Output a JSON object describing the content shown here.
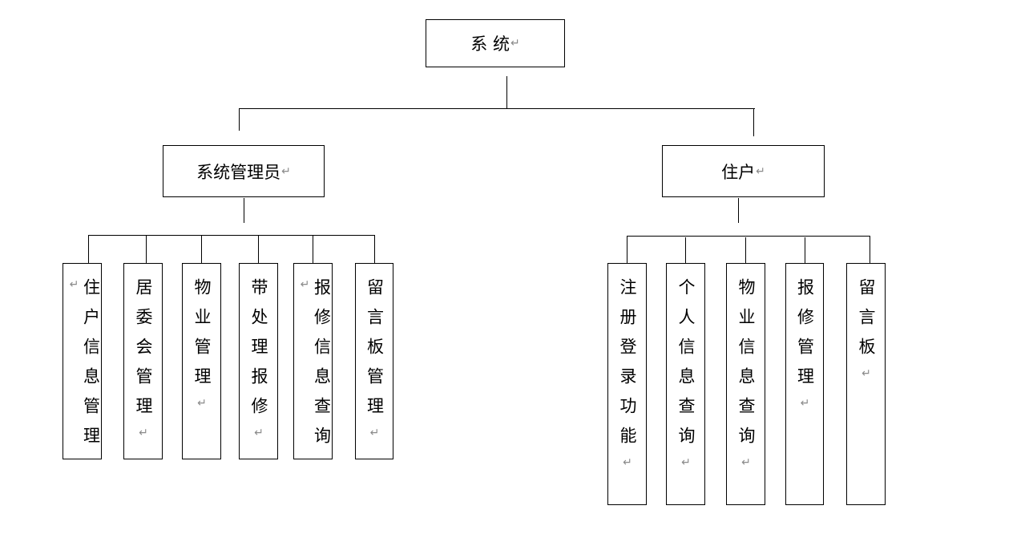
{
  "diagram": {
    "para_mark": "↵",
    "root": {
      "label": "系 统"
    },
    "branches": [
      {
        "label": "系统管理员",
        "children": [
          "住户信息管理",
          "居委会管理",
          "物业管理",
          "带处理报修",
          "报修信息查询",
          "留言板管理"
        ]
      },
      {
        "label": "住户",
        "children": [
          "注册登录功能",
          "个人信息查询",
          "物业信息查询",
          "报修管理",
          "留言板"
        ]
      }
    ]
  }
}
